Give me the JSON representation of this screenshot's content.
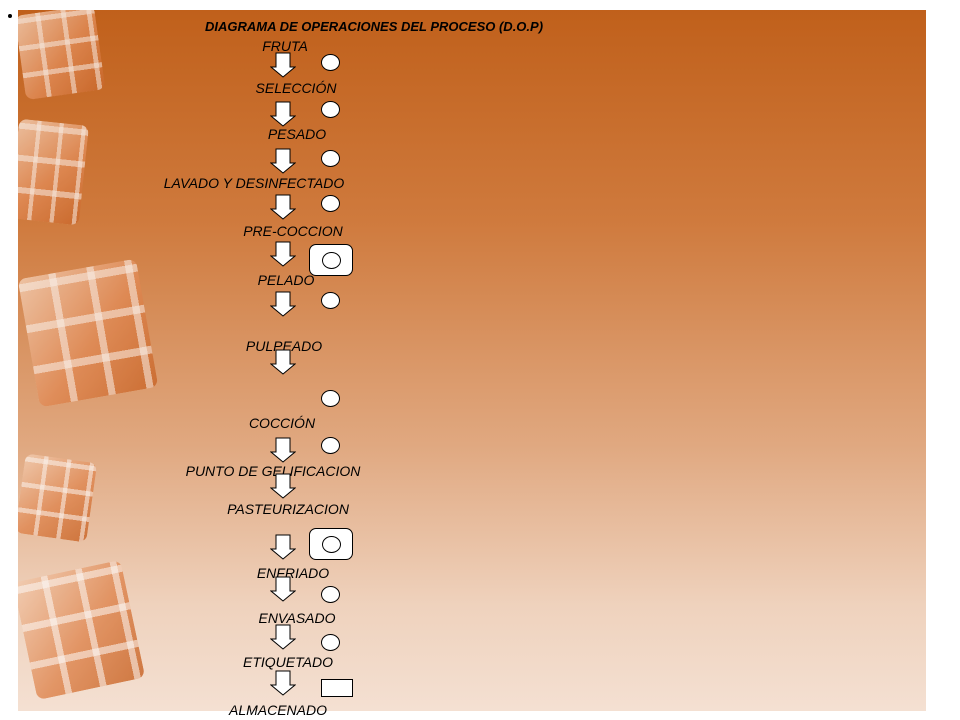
{
  "diagram": {
    "title": "DIAGRAMA DE OPERACIONES DEL PROCESO (D.O.P)",
    "steps": [
      "FRUTA",
      "SELECCIÓN",
      "PESADO",
      "LAVADO Y DESINFECTADO",
      "PRE-COCCION",
      "PELADO",
      "PULPEADO",
      "COCCIÓN",
      "PUNTO DE GELIFICACION",
      "PASTEURIZACION",
      "ENFRIADO",
      "ENVASADO",
      "ETIQUETADO",
      "ALMACENADO"
    ],
    "symbol_types": [
      "operation",
      "operation",
      "operation",
      "operation",
      "combined",
      "operation",
      "operation",
      "operation",
      "combined",
      "operation",
      "operation",
      "storage"
    ]
  }
}
